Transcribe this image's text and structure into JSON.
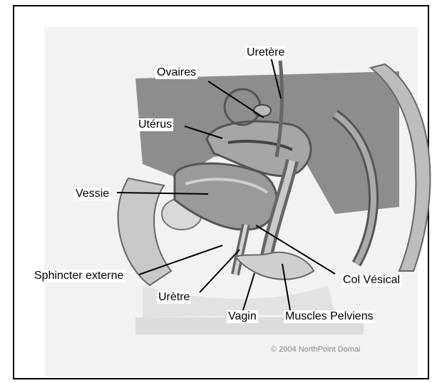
{
  "labels": {
    "uretere": "Uretère",
    "ovaires": "Ovaires",
    "uterus": "Utérus",
    "vessie": "Vessie",
    "sphincter": "Sphincter externe",
    "uretre": "Urètre",
    "vagin": "Vagin",
    "muscles": "Muscles Pelviens",
    "col": "Col Vésical"
  },
  "credit": "© 2004 NorthPoint Domai"
}
